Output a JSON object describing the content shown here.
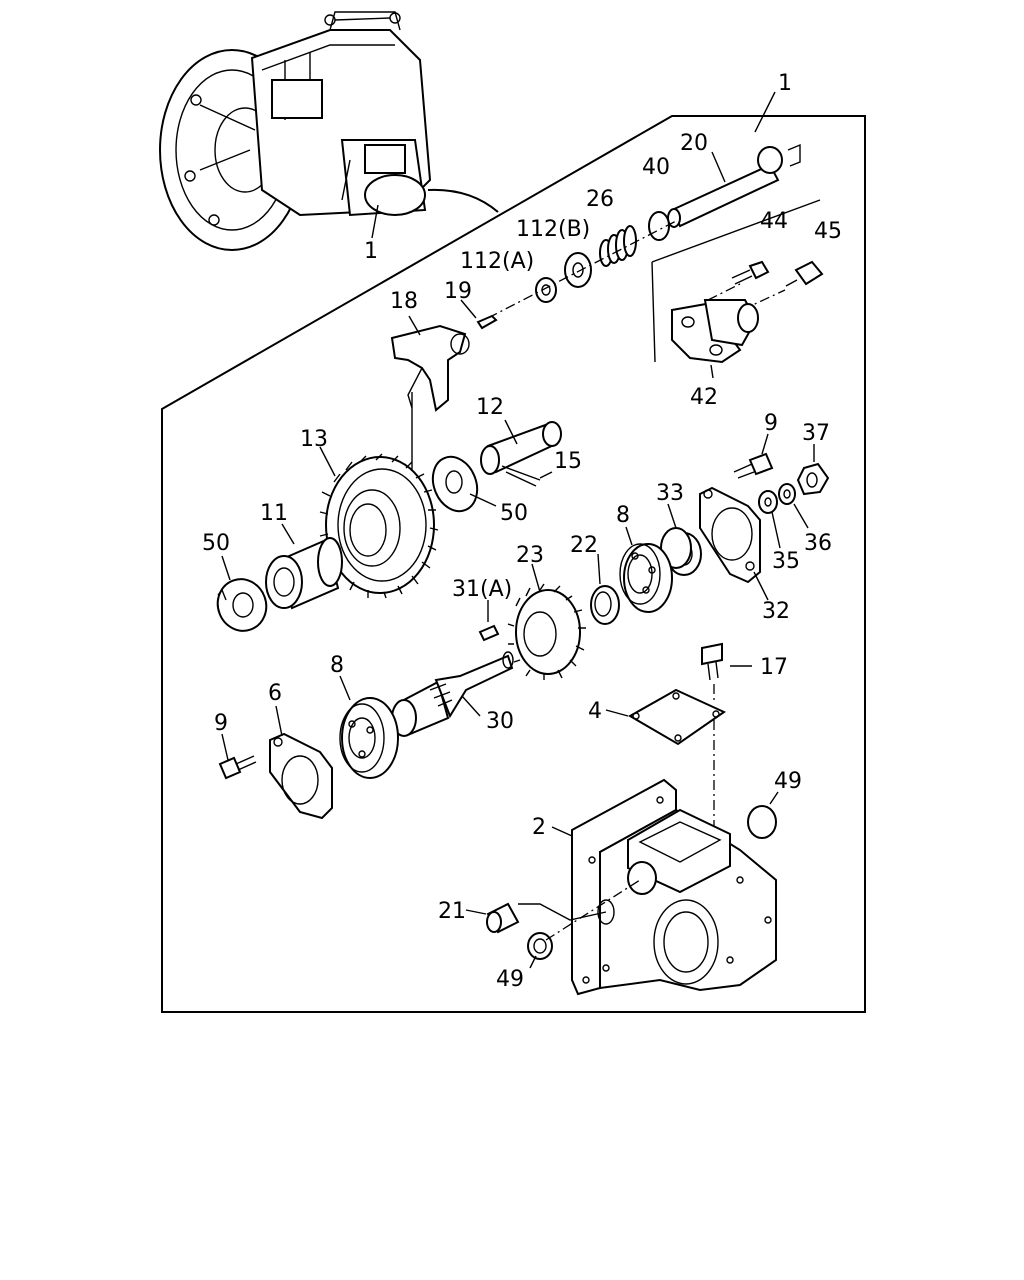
{
  "diagram": {
    "callouts": {
      "c1_top": "1",
      "c1_assembly": "1",
      "c20": "20",
      "c40": "40",
      "c26": "26",
      "c112b": "112(B)",
      "c112a": "112(A)",
      "c44": "44",
      "c45": "45",
      "c18": "18",
      "c19": "19",
      "c42": "42",
      "c12": "12",
      "c15": "15",
      "c13": "13",
      "c50_upper": "50",
      "c11": "11",
      "c50_lower": "50",
      "c9_upper": "9",
      "c37": "37",
      "c33": "33",
      "c8_upper": "8",
      "c22": "22",
      "c23": "23",
      "c31a": "31(A)",
      "c36": "36",
      "c35": "35",
      "c32": "32",
      "c17": "17",
      "c8_lower": "8",
      "c6": "6",
      "c9_lower": "9",
      "c30": "30",
      "c4": "4",
      "c49_right": "49",
      "c2": "2",
      "c21": "21",
      "c49_lower": "49"
    }
  }
}
